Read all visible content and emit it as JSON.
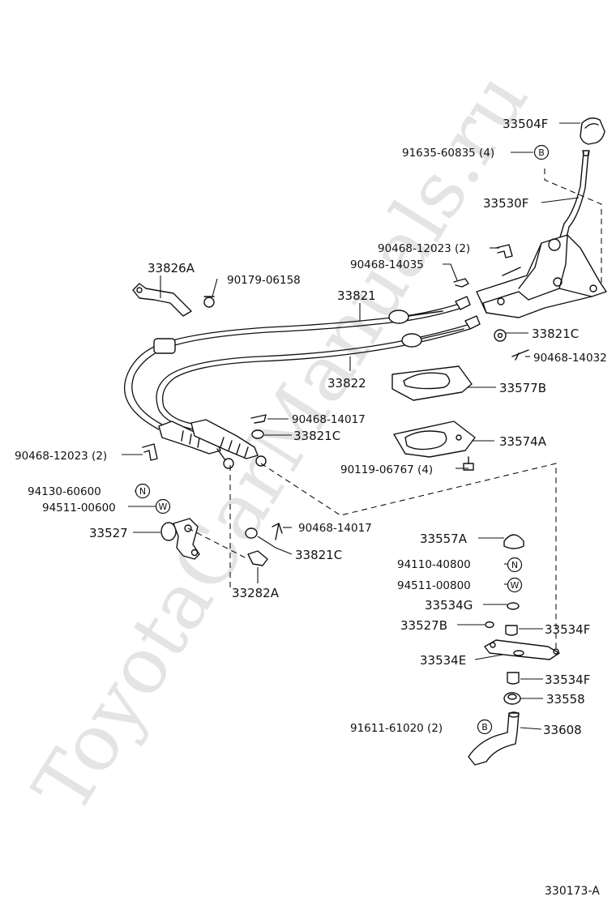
{
  "watermark": "ToyotaCarManuals.ru",
  "figure_code": "330173-A",
  "labels": {
    "p33504F": "33504F",
    "p91635": "91635-60835 (4)",
    "p33530F": "33530F",
    "p90468_12023_top": "90468-12023 (2)",
    "p90468_14035": "90468-14035",
    "p33826A": "33826A",
    "p90179": "90179-06158",
    "p33821": "33821",
    "p33821C_a": "33821C",
    "p90468_14032": "90468-14032",
    "p33822": "33822",
    "p33577B": "33577B",
    "p90468_14017_a": "90468-14017",
    "p33821C_b": "33821C",
    "p33574A": "33574A",
    "p90468_12023_left": "90468-12023 (2)",
    "p90119": "90119-06767 (4)",
    "p94130": "94130-60600",
    "p94511_006": "94511-00600",
    "p90468_14017_b": "90468-14017",
    "p33527": "33527",
    "p33821C_c": "33821C",
    "p33282A": "33282A",
    "p33557A": "33557A",
    "p94110": "94110-40800",
    "p94511_008": "94511-00800",
    "p33534G": "33534G",
    "p33527B": "33527B",
    "p33534F_a": "33534F",
    "p33534E": "33534E",
    "p33534F_b": "33534F",
    "p33558": "33558",
    "p91611": "91611-61020 (2)",
    "p33608": "33608"
  },
  "symbols": {
    "bolt": "B",
    "nut": "N",
    "washer": "W"
  }
}
